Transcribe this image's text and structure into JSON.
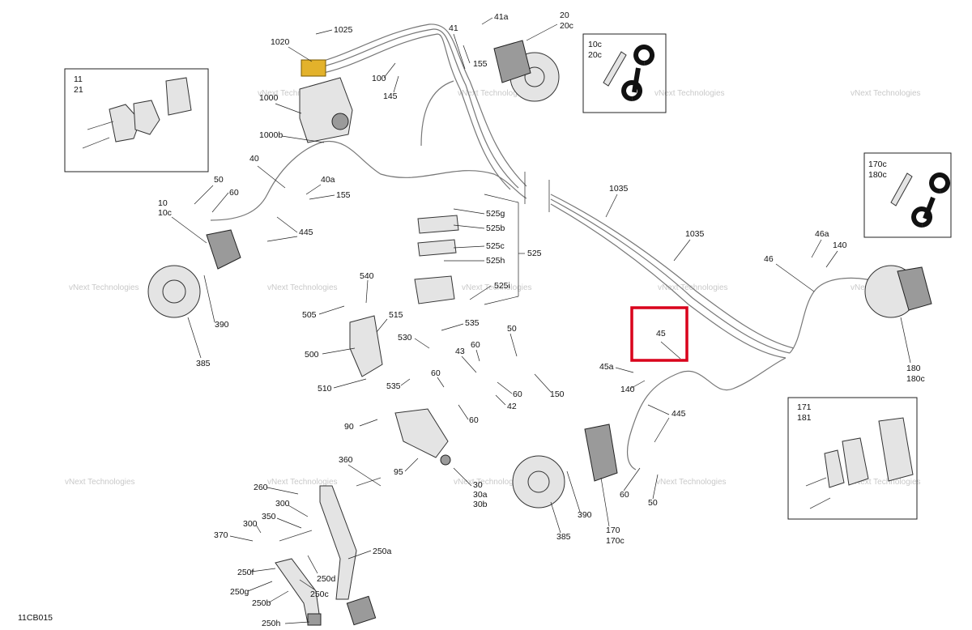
{
  "diagram_code": "11CB015",
  "highlight": {
    "label": "45",
    "color": "#d9001b"
  },
  "watermark_text": "vNext Technologies",
  "inset_boxes": [
    {
      "labels": [
        "11",
        "21"
      ]
    },
    {
      "labels": [
        "10c",
        "20c"
      ]
    },
    {
      "labels": [
        "170c",
        "180c"
      ]
    },
    {
      "labels": [
        "171",
        "181"
      ]
    }
  ],
  "callouts": [
    "1025",
    "1020",
    "1000",
    "1000b",
    "41",
    "41a",
    "20",
    "20c",
    "155",
    "100",
    "145",
    "40",
    "40a",
    "155",
    "50",
    "60",
    "10",
    "10c",
    "445",
    "390",
    "385",
    "525g",
    "525b",
    "525c",
    "525h",
    "525",
    "525i",
    "540",
    "505",
    "515",
    "535",
    "530",
    "500",
    "510",
    "535",
    "60",
    "43",
    "60",
    "50",
    "60",
    "42",
    "150",
    "60",
    "1035",
    "1035",
    "46a",
    "140",
    "46",
    "45",
    "45a",
    "140",
    "445",
    "180",
    "180c",
    "90",
    "95",
    "360",
    "260",
    "300",
    "350",
    "370",
    "300",
    "30",
    "30a",
    "30b",
    "250a",
    "250f",
    "250d",
    "250c",
    "250g",
    "250b",
    "250h",
    "390",
    "385",
    "170",
    "170c",
    "60",
    "50"
  ]
}
